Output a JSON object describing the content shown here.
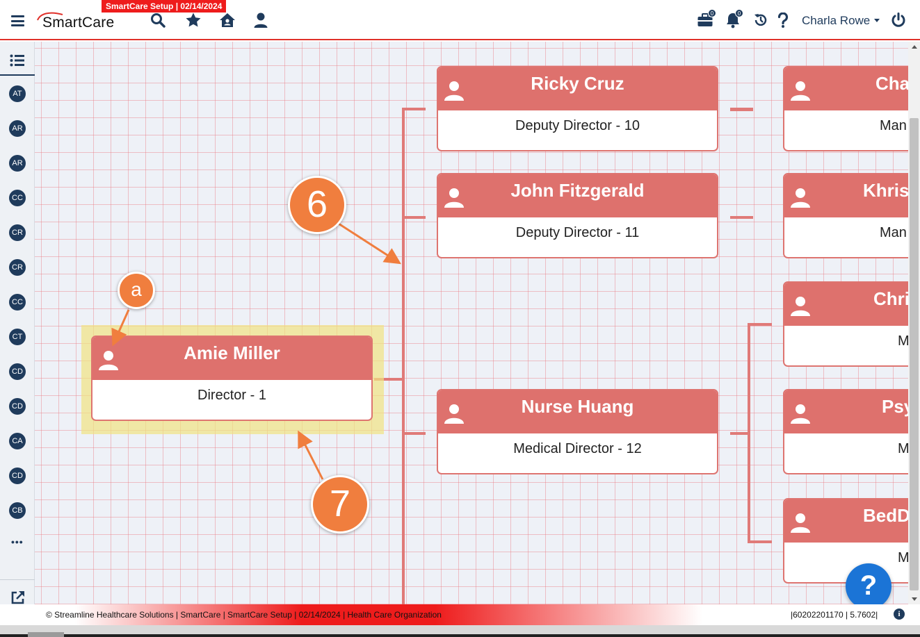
{
  "app": {
    "env_badge": "SmartCare Setup | 02/14/2024",
    "logo_text": "SmartCare",
    "notifications": {
      "briefcase_count": "0",
      "bell_count": "0"
    },
    "user_name": "Charla Rowe"
  },
  "sidebar": {
    "items": [
      {
        "label": "AT"
      },
      {
        "label": "AR"
      },
      {
        "label": "AR"
      },
      {
        "label": "CC"
      },
      {
        "label": "CR"
      },
      {
        "label": "CR"
      },
      {
        "label": "CC"
      },
      {
        "label": "CT"
      },
      {
        "label": "CD"
      },
      {
        "label": "CD"
      },
      {
        "label": "CA"
      },
      {
        "label": "CD"
      },
      {
        "label": "CB"
      }
    ],
    "more_label": "•••"
  },
  "org_chart": {
    "root": {
      "name": "Amie Miller",
      "role": "Director - 1"
    },
    "level2": [
      {
        "name": "Ricky Cruz",
        "role": "Deputy Director - 10"
      },
      {
        "name": "John Fitzgerald",
        "role": "Deputy Director - 11"
      },
      {
        "name": "Nurse Huang",
        "role": "Medical Director - 12"
      }
    ],
    "level3_partial": [
      {
        "name": "Char",
        "role": "Man"
      },
      {
        "name": "Khrist",
        "role": "Man"
      },
      {
        "name": "Chris",
        "role": "M"
      },
      {
        "name": "Psy",
        "role": "M"
      },
      {
        "name": "BedDa",
        "role": "M"
      }
    ]
  },
  "annotations": {
    "callout_6": "6",
    "callout_7": "7",
    "callout_a": "a"
  },
  "help_button": "?",
  "footer": {
    "text": "© Streamline Healthcare Solutions | SmartCare | SmartCare Setup | 02/14/2024 | Health Care Organization",
    "right": "|60202201170 | 5.7602|",
    "info": "i"
  },
  "colors": {
    "brand_navy": "#1f3b5c",
    "card_header": "#de716d",
    "accent_red": "#ee1c1c",
    "callout_orange": "#f07e3e",
    "help_blue": "#1b74d6"
  }
}
